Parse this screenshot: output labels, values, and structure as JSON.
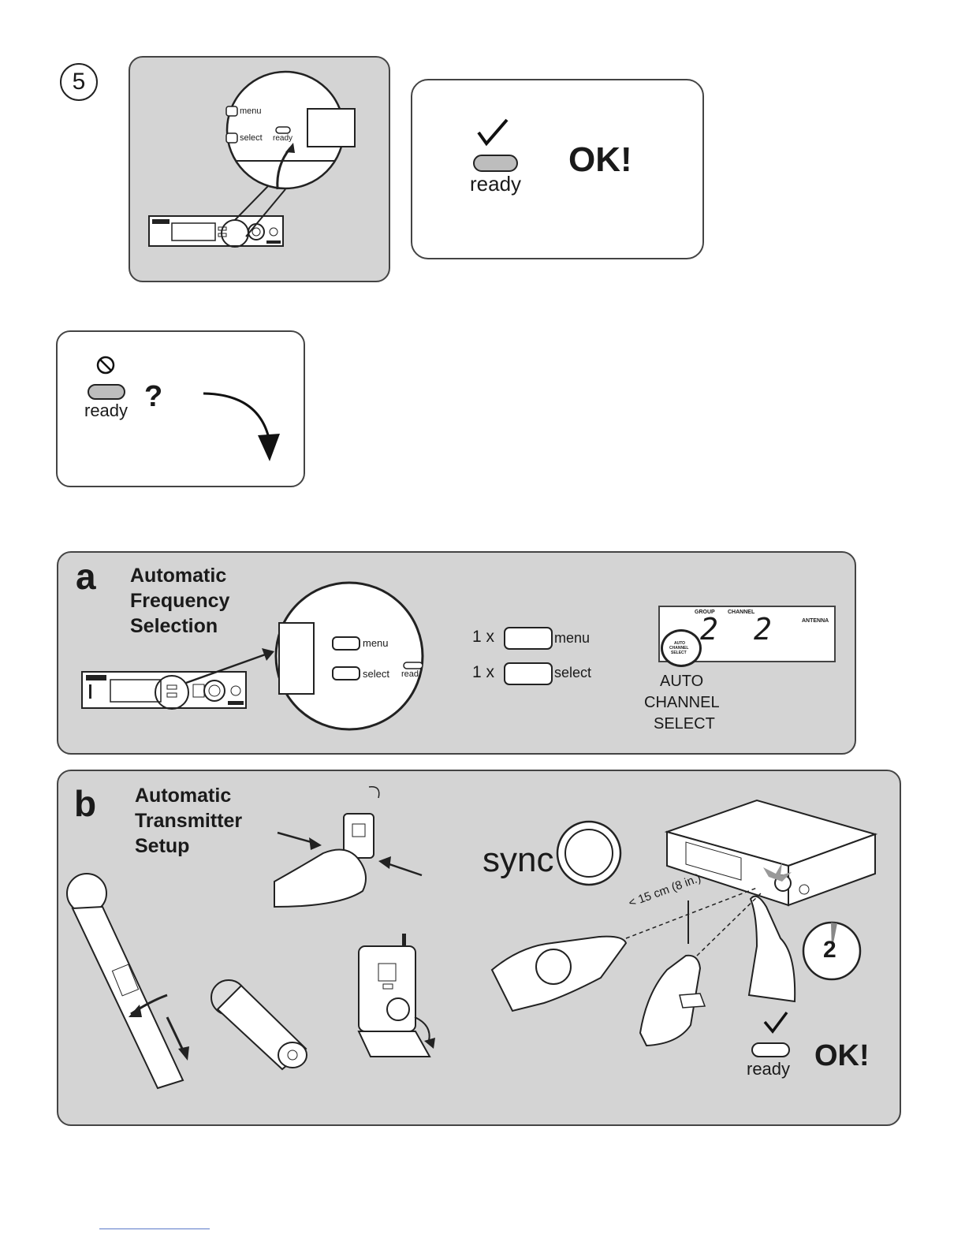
{
  "step": {
    "number": "5"
  },
  "receiver_zoom": {
    "menu_label": "menu",
    "select_label": "select",
    "ready_label": "ready"
  },
  "ok_box": {
    "ready_label": "ready",
    "ok_text": "OK!",
    "check_icon": "check-mark-icon"
  },
  "fail_box": {
    "ready_label": "ready",
    "question": "?",
    "no_icon": "prohibited-icon"
  },
  "section_a": {
    "letter": "a",
    "title_lines": [
      "Automatic",
      "Frequency",
      "Selection"
    ],
    "zoom_menu_label": "menu",
    "zoom_select_label": "select",
    "zoom_ready_partial": "read",
    "steps": [
      {
        "count": "1 x",
        "label": "menu"
      },
      {
        "count": "1 x",
        "label": "select"
      }
    ],
    "display": {
      "group_label": "GROUP",
      "channel_label": "CHANNEL",
      "antenna_label": "ANTENNA",
      "group_value": "2",
      "channel_value": "2",
      "auto_button_lines": [
        "AUTO",
        "CHANNEL",
        "SELECT"
      ]
    },
    "caption_lines": [
      "AUTO",
      "CHANNEL",
      "SELECT"
    ]
  },
  "section_b": {
    "letter": "b",
    "title_lines": [
      "Automatic",
      "Transmitter",
      "Setup"
    ],
    "sync_label": "sync",
    "distance_label": "< 15 cm (8 in.)",
    "timer_value": "2",
    "ready_label": "ready",
    "ok_text": "OK!"
  }
}
